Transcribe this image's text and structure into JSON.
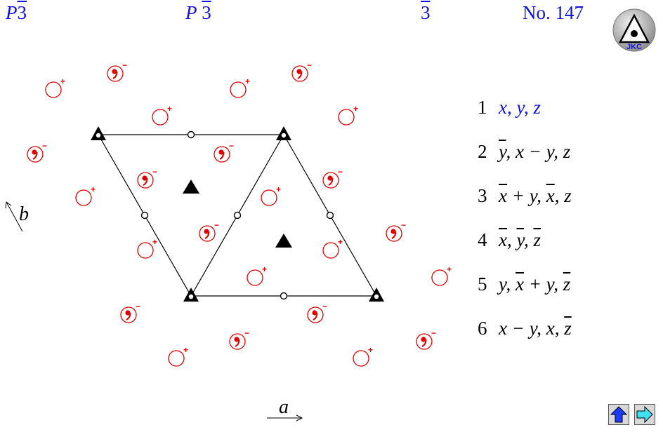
{
  "header": {
    "short_symbol": {
      "letter": "P",
      "digit": "3"
    },
    "full_symbol": {
      "letter": "P",
      "digit": "3"
    },
    "point_group": {
      "digit": "3"
    },
    "number_label": "No. 147"
  },
  "logo": {
    "text": "JKC"
  },
  "axes": {
    "a": "a",
    "b": "b"
  },
  "general_positions": [
    {
      "num": "1",
      "parts": [
        {
          "t": "x"
        },
        {
          "t": ", "
        },
        {
          "t": "y"
        },
        {
          "t": ", "
        },
        {
          "t": "z"
        }
      ]
    },
    {
      "num": "2",
      "parts": [
        {
          "t": "y",
          "bar": true
        },
        {
          "t": ", "
        },
        {
          "t": "x"
        },
        {
          "t": " − "
        },
        {
          "t": "y"
        },
        {
          "t": ", "
        },
        {
          "t": "z"
        }
      ]
    },
    {
      "num": "3",
      "parts": [
        {
          "t": "x",
          "bar": true
        },
        {
          "t": " + "
        },
        {
          "t": "y"
        },
        {
          "t": ", "
        },
        {
          "t": "x",
          "bar": true
        },
        {
          "t": ", "
        },
        {
          "t": "z"
        }
      ]
    },
    {
      "num": "4",
      "parts": [
        {
          "t": "x",
          "bar": true
        },
        {
          "t": ", "
        },
        {
          "t": "y",
          "bar": true
        },
        {
          "t": ", "
        },
        {
          "t": "z",
          "bar": true
        }
      ]
    },
    {
      "num": "5",
      "parts": [
        {
          "t": "y"
        },
        {
          "t": ", "
        },
        {
          "t": "x",
          "bar": true
        },
        {
          "t": " + "
        },
        {
          "t": "y"
        },
        {
          "t": ", "
        },
        {
          "t": "z",
          "bar": true
        }
      ]
    },
    {
      "num": "6",
      "parts": [
        {
          "t": "x"
        },
        {
          "t": " − "
        },
        {
          "t": "y"
        },
        {
          "t": ", "
        },
        {
          "t": "x"
        },
        {
          "t": ", "
        },
        {
          "t": "z",
          "bar": true
        }
      ]
    }
  ],
  "symbols": {
    "plus_sign": "+",
    "minus_sign": "−",
    "plus_markers": [
      [
        76,
        128
      ],
      [
        339,
        128
      ],
      [
        228,
        167
      ],
      [
        493,
        167
      ],
      [
        119,
        282
      ],
      [
        383,
        282
      ],
      [
        207,
        357
      ],
      [
        471,
        357
      ],
      [
        363,
        396
      ],
      [
        626,
        396
      ],
      [
        251,
        511
      ],
      [
        514,
        511
      ]
    ],
    "minus_markers": [
      [
        164,
        105
      ],
      [
        427,
        105
      ],
      [
        50,
        220
      ],
      [
        316,
        220
      ],
      [
        207,
        257
      ],
      [
        471,
        257
      ],
      [
        295,
        333
      ],
      [
        561,
        333
      ],
      [
        183,
        449
      ],
      [
        449,
        449
      ],
      [
        338,
        487
      ],
      [
        604,
        487
      ]
    ]
  },
  "nav": {
    "up": "up-arrow-icon",
    "next": "right-arrow-icon"
  },
  "colors": {
    "title": "#1010e0",
    "markers": "#e00000",
    "lines": "#000000",
    "nav_up": "#1a3cff",
    "nav_next": "#40e0f0"
  }
}
